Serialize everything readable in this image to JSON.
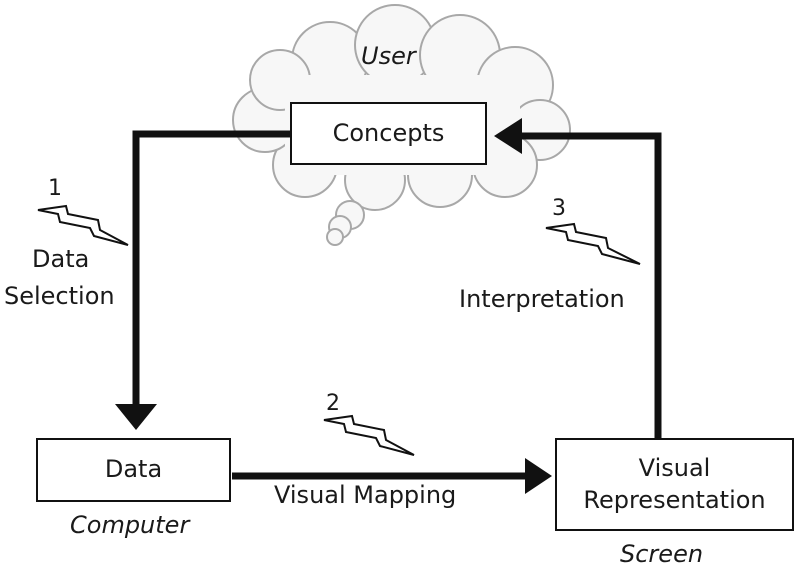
{
  "cloud_label": "User",
  "boxes": {
    "concepts": "Concepts",
    "data": "Data",
    "visual_representation_line1": "Visual",
    "visual_representation_line2": "Representation"
  },
  "location_labels": {
    "computer": "Computer",
    "screen": "Screen"
  },
  "steps": {
    "step1": {
      "number": "1",
      "label_line1": "Data",
      "label_line2": "Selection"
    },
    "step2": {
      "number": "2",
      "label": "Visual Mapping"
    },
    "step3": {
      "number": "3",
      "label": "Interpretation"
    }
  },
  "colors": {
    "cloud_fill": "#f7f7f7",
    "cloud_stroke": "#a8a8a8",
    "line": "#111111"
  }
}
